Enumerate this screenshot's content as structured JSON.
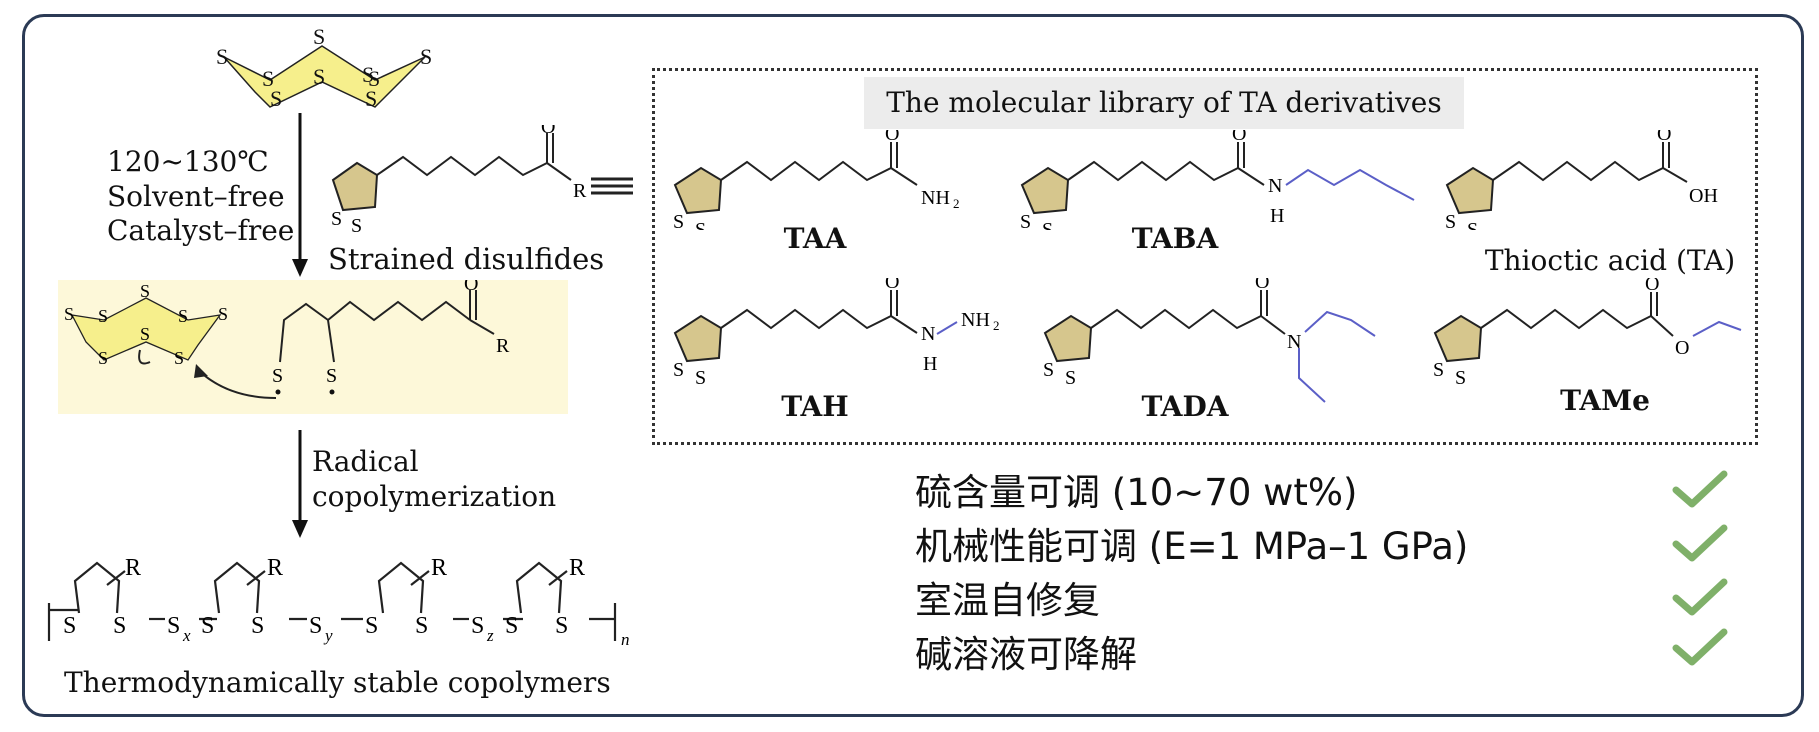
{
  "reaction_conditions": {
    "line1": "120~130℃",
    "line2": "Solvent–free",
    "line3": "Catalyst–free"
  },
  "strained_disulfides_label": "Strained disulfides",
  "radical_step": {
    "line1": "Radical",
    "line2": "copolymerization"
  },
  "copolymer_label": "Thermodynamically stable copolymers",
  "library": {
    "title": "The molecular library of TA derivatives",
    "derivatives": [
      {
        "label": "TAA",
        "end_group": "NH₂"
      },
      {
        "label": "TABA",
        "end_group": "H"
      },
      {
        "label": "Thioctic acid (TA)",
        "end_group": "OH"
      },
      {
        "label": "TAH",
        "end_group": "NH₂"
      },
      {
        "label": "TADA",
        "end_group": "N"
      },
      {
        "label": "TAMe",
        "end_group": "O"
      }
    ]
  },
  "properties": [
    {
      "text": "硫含量可调 (10~70 wt%)"
    },
    {
      "text": "机械性能可调 (E=1 MPa–1 GPa)"
    },
    {
      "text": "室温自修复"
    },
    {
      "text": "碱溶液可降解"
    }
  ],
  "colors": {
    "sulfur_yellow": "#f6ef8c",
    "ring_fill": "#d6c68d",
    "chain_blue": "#5b5fc7",
    "check_green": "#7fb069",
    "frame": "#2b3a55"
  }
}
